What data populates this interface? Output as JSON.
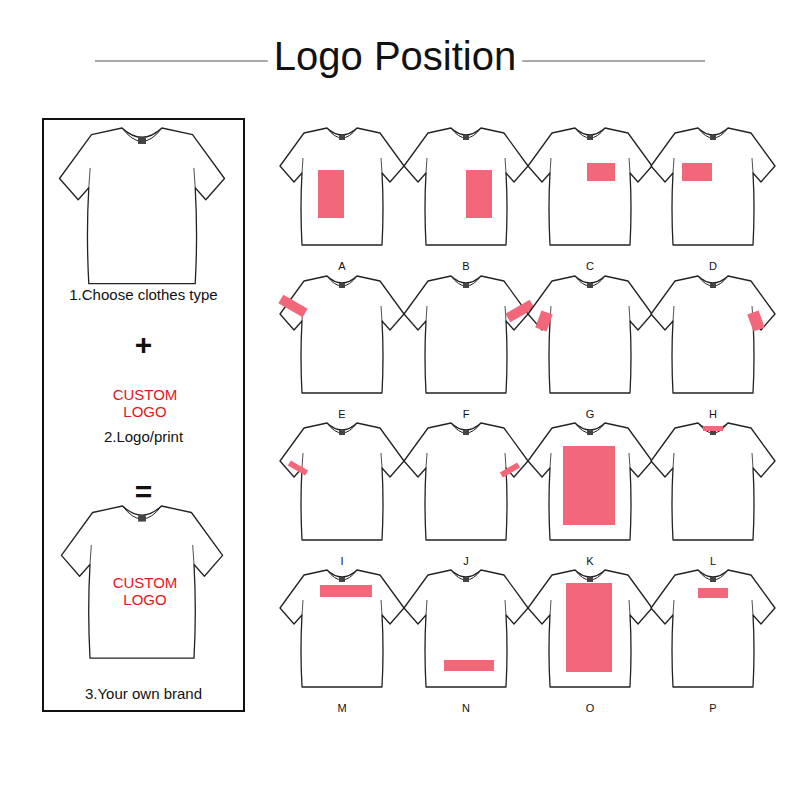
{
  "diagram": {
    "title": "Logo Position",
    "nodes": [
      {
        "text": [
          "1.Choose clothes type",
          "+",
          "CUSTOM LOGO",
          "2.Logo/print",
          "=",
          "CUSTOM LOGO",
          "3.Your own brand"
        ]
      }
    ],
    "labels": [
      "A",
      "B",
      "C",
      "D",
      "E",
      "F",
      "G",
      "H",
      "I",
      "J",
      "K",
      "L",
      "M",
      "N",
      "O",
      "P"
    ]
  }
}
